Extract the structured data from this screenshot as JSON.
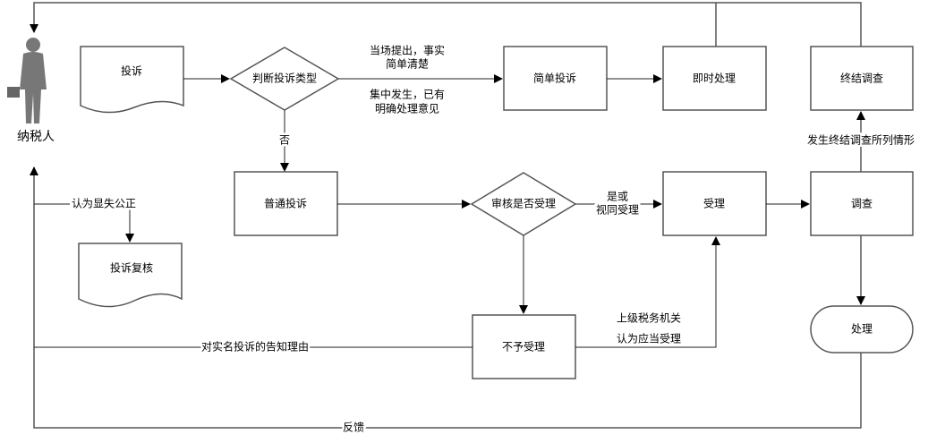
{
  "actor": {
    "label": "纳税人"
  },
  "nodes": {
    "complaint": "投诉",
    "judge_type": "判断投诉类型",
    "simple": "简单投诉",
    "immediate": "即时处理",
    "end_investigation": "终结调查",
    "ordinary": "普通投诉",
    "review_accept": "审核是否受理",
    "accept": "受理",
    "investigate": "调查",
    "review": "投诉复核",
    "reject": "不予受理",
    "handle": "处理"
  },
  "edges": {
    "simple_cond_1": "当场提出，事实",
    "simple_cond_2": "简单清楚",
    "simple_cond_3": "集中发生，已有",
    "simple_cond_4": "明确处理意见",
    "no": "否",
    "yes_1": "是或",
    "yes_2": "视同受理",
    "end_cond": "发生终结调查所列情形",
    "unfair": "认为显失公正",
    "notify": "对实名投诉的告知理由",
    "superior_1": "上级税务机关",
    "superior_2": "认为应当受理",
    "feedback": "反馈"
  }
}
